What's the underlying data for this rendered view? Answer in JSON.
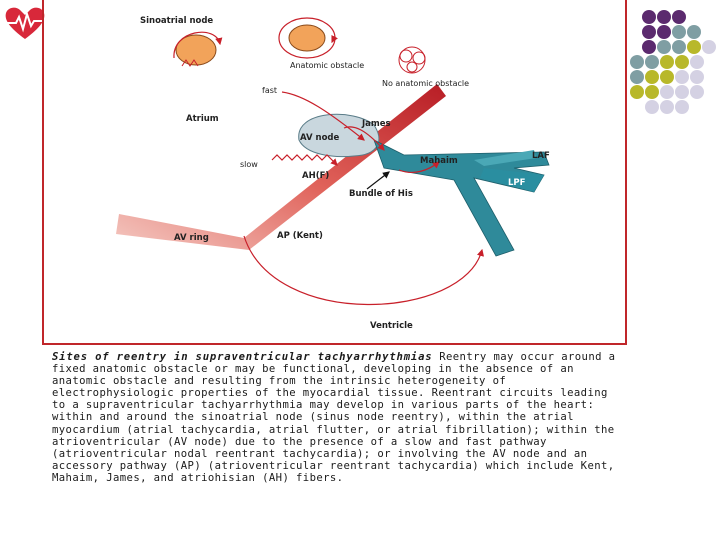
{
  "labels": {
    "sinoatrial_node": "Sinoatrial node",
    "anatomic_obstacle": "Anatomic obstacle",
    "no_anatomic_obstacle": "No anatomic obstacle",
    "fast": "fast",
    "atrium": "Atrium",
    "james": "James",
    "av_node": "AV node",
    "slow": "slow",
    "ah_f": "AH(F)",
    "mahaim": "Mahaim",
    "laf": "LAF",
    "lpf": "LPF",
    "bundle_of_his": "Bundle of His",
    "av_ring": "AV ring",
    "ap_kent": "AP (Kent)",
    "ventricle": "Ventricle"
  },
  "caption": {
    "title": "Sites of reentry in supraventricular tachyarrhythmias",
    "body": " Reentry may occur around a fixed anatomic obstacle or may be functional, developing in the absence of an anatomic obstacle and resulting from the intrinsic heterogeneity of electrophysiologic properties of the myocardial tissue. Reentrant circuits leading to a supraventricular tachyarrhythmia may develop in various parts of the heart: within and around the sinoatrial node (sinus node reentry), within the atrial myocardium (atrial tachycardia, atrial flutter, or atrial fibrillation); within the atrioventricular (AV node) due to the presence of a slow and fast pathway (atrioventricular nodal reentrant tachycardia); or involving the AV node and an accessory pathway (AP) (atrioventricular reentrant tachycardia) which include Kent, Mahaim, James, and atriohisian (AH) fibers."
  },
  "colors": {
    "frame_red": "#c0262a",
    "purple": "#5b2a6e",
    "teal": "#7f9ea3",
    "olive": "#b8b82a",
    "lavender": "#d4d1e3",
    "bundle_teal": "#2f8a9a",
    "node_orange": "#f2a35a",
    "arrow_red": "#c8202a"
  },
  "icons": {
    "logo": "heart-ecg-logo-icon"
  }
}
